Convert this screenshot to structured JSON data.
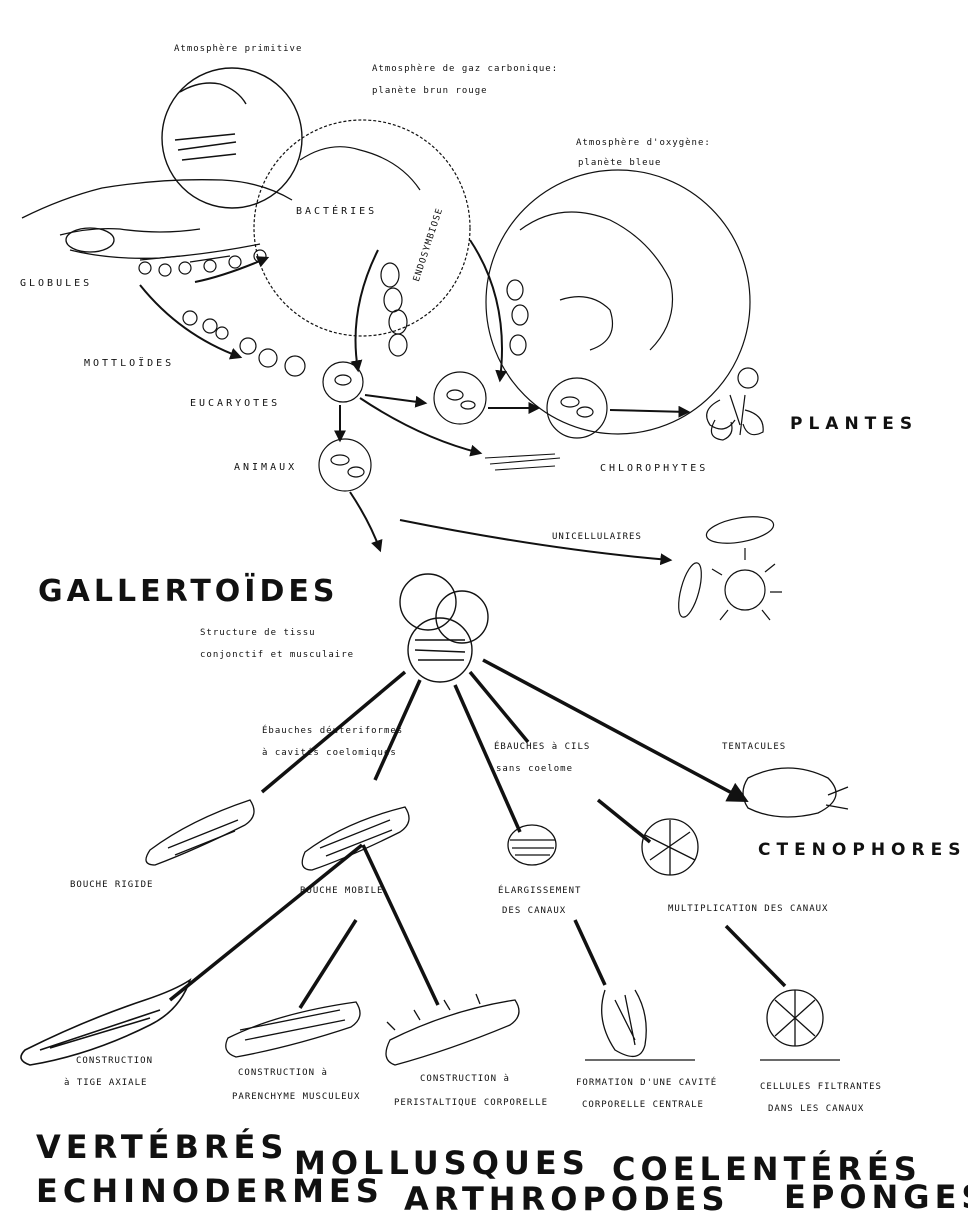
{
  "atmospheres": {
    "primitive": "Atmosphère primitive",
    "carbonic_1": "Atmosphère de gaz carbonique:",
    "carbonic_2": "planète brun rouge",
    "oxygen_1": "Atmosphère d'oxygène:",
    "oxygen_2": "planète bleue"
  },
  "early": {
    "bacteries": "BACTÉRIES",
    "globules": "GLOBULES",
    "mottloides": "MOTTLOÏDES",
    "eucaryotes": "EUCARYOTES",
    "symbiose": "ENDOSYMBIOSE",
    "animaux": "ANIMAUX",
    "plantes": "PLANTES",
    "chlorophyts": "CHLOROPHYTES",
    "unicellulaires": "UNICELLULAIRES"
  },
  "gallertoides": {
    "title": "GALLERTOÏDES",
    "desc_1": "Structure de tissu",
    "desc_2": "conjonctif et musculaire"
  },
  "branches": {
    "sac_1": "Ébauches déuteriformes",
    "sac_2": "à cavités coelomiques",
    "cils_1": "ÉBAUCHES à CILS",
    "cils_2": "sans coelome",
    "tentacules": "TENTACULES",
    "ctenophores": "CTENOPHORES",
    "bouche_rigide": "BOUCHE RIGIDE",
    "bouche_mobile": "BOUCHE MOBILE",
    "elargissement_1": "ÉLARGISSEMENT",
    "elargissement_2": "DES CANAUX",
    "multiplication": "MULTIPLICATION DES CANAUX",
    "tige_1": "CONSTRUCTION",
    "tige_2": "à TIGE AXIALE",
    "paren_1": "CONSTRUCTION à",
    "paren_2": "PARENCHYME MUSCULEUX",
    "peri_1": "CONSTRUCTION à",
    "peri_2": "PERISTALTIQUE CORPORELLE",
    "cavite_1": "FORMATION D'UNE CAVITÉ",
    "cavite_2": "CORPORELLE CENTRALE",
    "filtr_1": "CELLULES FILTRANTES",
    "filtr_2": "DANS LES CANAUX"
  },
  "phyla": {
    "vertebres": "VERTÉBRÉS",
    "mollusques": "MOLLUSQUES",
    "coelenteres": "COELENTÉRÉS",
    "echinodermes": "ECHINODERMES",
    "arthropodes": "ARTHROPODES",
    "eponges": "EPONGES"
  }
}
